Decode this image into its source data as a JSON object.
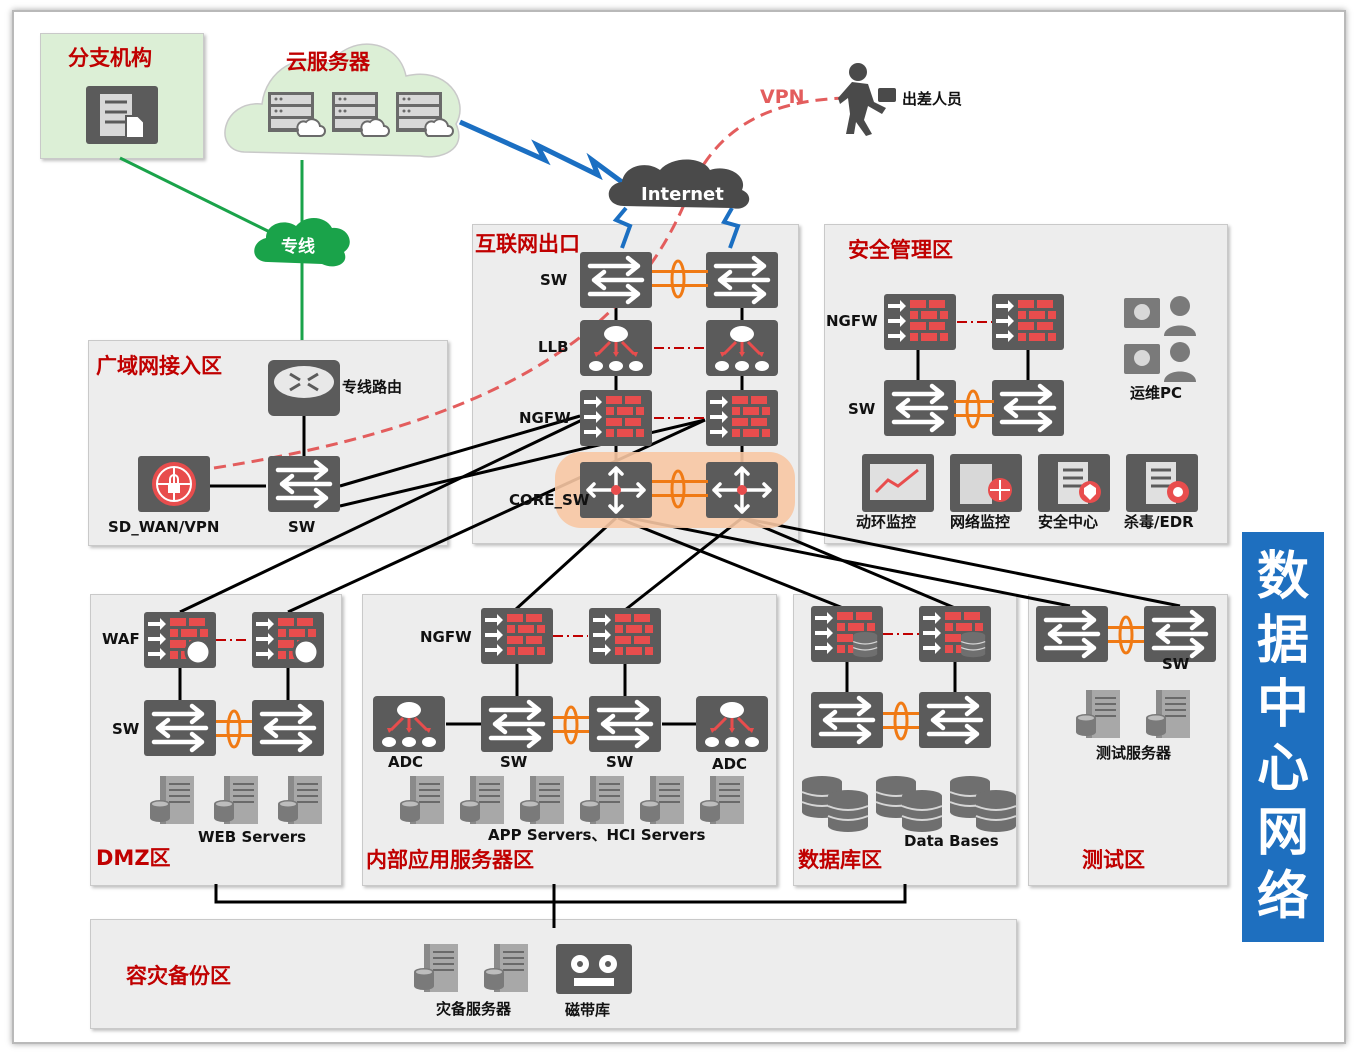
{
  "title": [
    "数",
    "据",
    "中",
    "心",
    "网",
    "络"
  ],
  "zones": {
    "branch": "分支机构",
    "cloud": "云服务器",
    "wan": "广域网接入区",
    "internet_exit": "互联网出口",
    "security": "安全管理区",
    "dmz": "DMZ区",
    "internal": "内部应用服务器区",
    "database": "数据库区",
    "test": "测试区",
    "backup": "容灾备份区"
  },
  "links": {
    "dedicated": "专线",
    "internet": "Internet",
    "vpn": "VPN",
    "traveler": "出差人员"
  },
  "labels": {
    "wan_router": "专线路由",
    "sdwan": "SD_WAN/VPN",
    "sw": "SW",
    "llb": "LLB",
    "ngfw": "NGFW",
    "core_sw": "CORE_SW",
    "ops_pc": "运维PC",
    "env_monitor": "动环监控",
    "net_monitor": "网络监控",
    "sec_center": "安全中心",
    "edr": "杀毒/EDR",
    "waf": "WAF",
    "web_servers": "WEB Servers",
    "adc": "ADC",
    "app_servers": "APP Servers、HCI Servers",
    "databases": "Data Bases",
    "test_servers": "测试服务器",
    "dr_servers": "灾备服务器",
    "tape": "磁带库"
  },
  "colors": {
    "zone_title": "#c00000",
    "vertical_title_bg": "#1e6fbf",
    "green_link": "#1aa34a",
    "vpn_dash": "#e35d5d",
    "lag": "#f07a14"
  }
}
